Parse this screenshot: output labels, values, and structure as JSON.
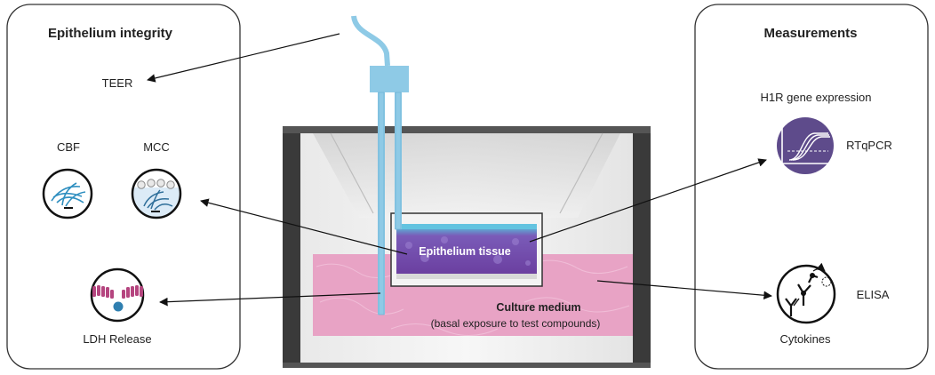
{
  "left_panel": {
    "title": "Epithelium integrity",
    "items": [
      {
        "label": "TEER"
      },
      {
        "label": "CBF",
        "icon": "cilia-beating-icon"
      },
      {
        "label": "MCC",
        "icon": "mucociliary-clearance-icon"
      },
      {
        "label": "LDH Release",
        "icon": "ldh-release-icon"
      }
    ]
  },
  "right_panel": {
    "title": "Measurements",
    "items": [
      {
        "header": "H1R gene expression",
        "label": "RTqPCR",
        "icon": "qpcr-curve-icon"
      },
      {
        "label": "ELISA",
        "sublabel": "Cytokines",
        "icon": "antibody-elisa-icon"
      }
    ]
  },
  "center": {
    "tissue_label": "Epithelium tissue",
    "medium_label": "Culture medium",
    "medium_sublabel": "(basal exposure to test compounds)"
  },
  "colors": {
    "panel_border": "#333333",
    "electrode_blue": "#8ecae6",
    "medium_pink": "#e8a3c5",
    "tissue_purple": "#6b3fa0",
    "qpcr_purple": "#5e4b8b",
    "ldh_magenta": "#b5457f",
    "ldh_dot": "#2f7fb0",
    "cilia_blue": "#2f8fc0"
  }
}
